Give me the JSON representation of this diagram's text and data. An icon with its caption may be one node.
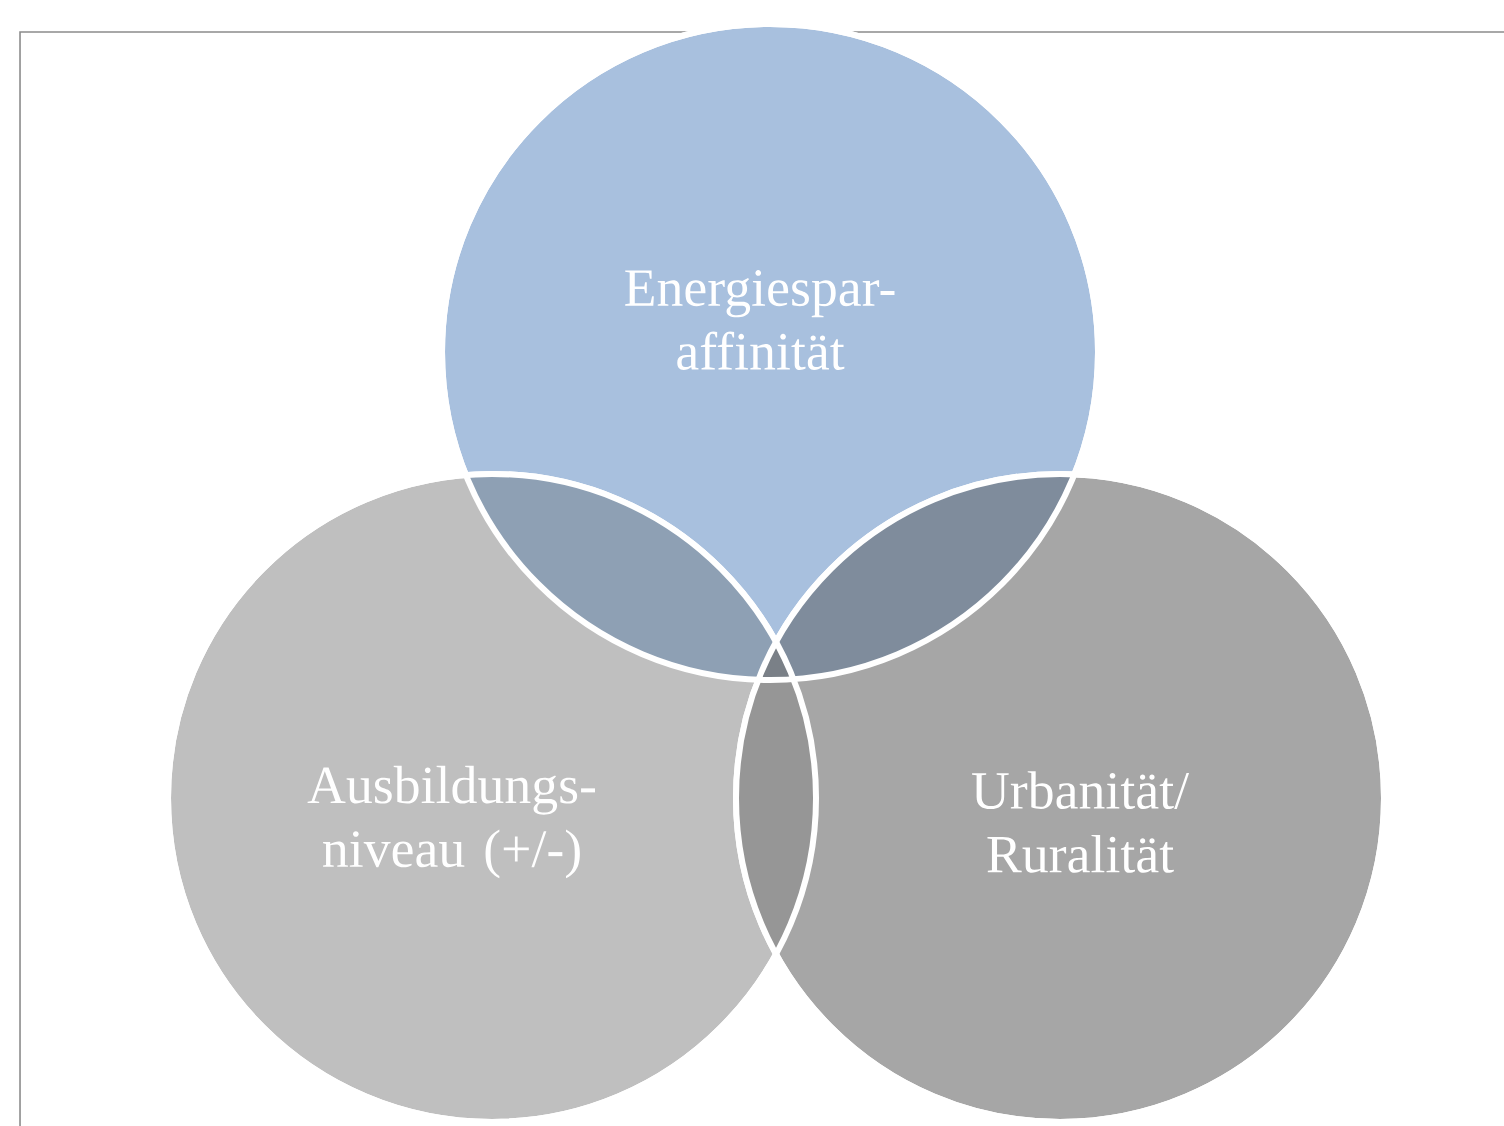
{
  "diagram": {
    "nodes": [
      {
        "text": [
          "Energiespar- affinität"
        ]
      },
      {
        "text": [
          "Ausbildungs- niveau (+/-)"
        ]
      },
      {
        "text": [
          "Urbanität/ Ruralität"
        ]
      }
    ]
  }
}
